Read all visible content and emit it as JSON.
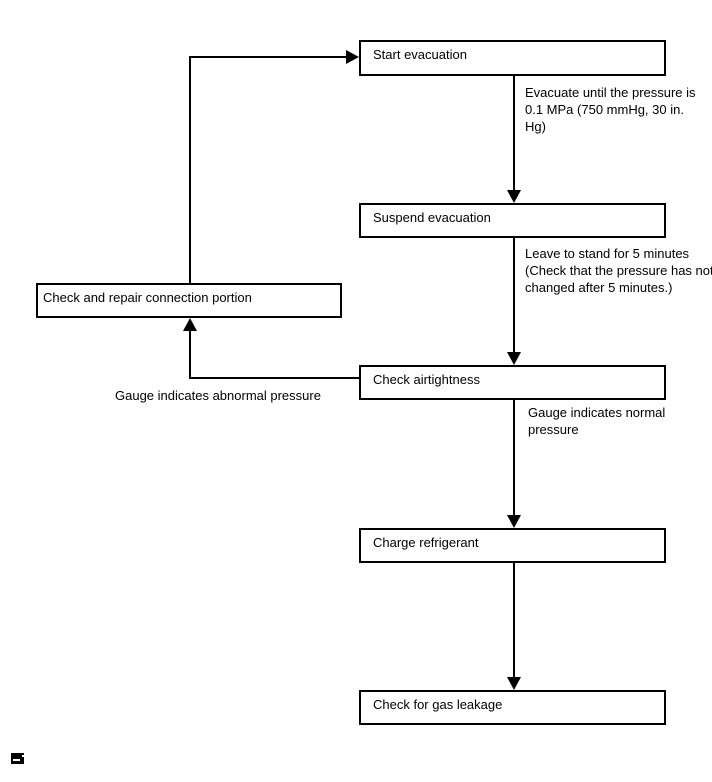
{
  "diagram": {
    "type": "flowchart",
    "colors": {
      "background": "#ffffff",
      "line": "#000000",
      "text": "#000000"
    },
    "nodes": [
      {
        "id": "start-evacuation",
        "label": "Start evacuation"
      },
      {
        "id": "suspend-evacuation",
        "label": "Suspend evacuation"
      },
      {
        "id": "check-airtightness",
        "label": "Check airtightness"
      },
      {
        "id": "charge-refrigerant",
        "label": "Charge refrigerant"
      },
      {
        "id": "check-for-gas-leakage",
        "label": "Check for gas leakage"
      },
      {
        "id": "check-and-repair",
        "label": "Check and repair connection portion"
      }
    ],
    "edges": [
      {
        "from": "start-evacuation",
        "to": "suspend-evacuation",
        "label": "Evacuate until the pressure is 0.1 MPa (750 mmHg, 30 in. Hg)"
      },
      {
        "from": "suspend-evacuation",
        "to": "check-airtightness",
        "label": "Leave to stand for 5 minutes (Check that the pressure has not changed after 5 minutes.)"
      },
      {
        "from": "check-airtightness",
        "to": "charge-refrigerant",
        "label": "Gauge indicates normal pressure"
      },
      {
        "from": "charge-refrigerant",
        "to": "check-for-gas-leakage",
        "label": ""
      },
      {
        "from": "check-airtightness",
        "to": "check-and-repair",
        "label": "Gauge indicates abnormal pressure"
      },
      {
        "from": "check-and-repair",
        "to": "start-evacuation",
        "label": ""
      }
    ],
    "icons": [
      {
        "id": "page-mark",
        "name": "document-mark-icon"
      }
    ]
  }
}
